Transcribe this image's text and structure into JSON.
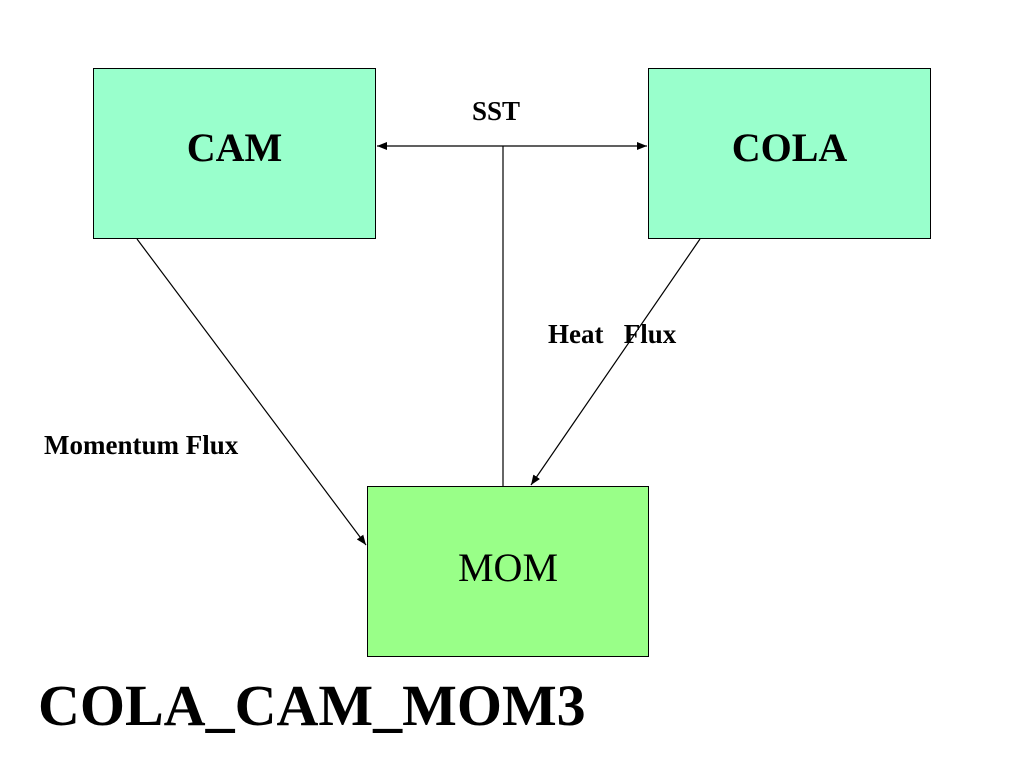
{
  "diagram": {
    "title": "COLA_CAM_MOM3",
    "nodes": {
      "cam": {
        "label": "CAM",
        "fill": "#99ffcc"
      },
      "cola": {
        "label": "COLA",
        "fill": "#99ffcc"
      },
      "mom": {
        "label": "MOM",
        "fill": "#99ff88"
      }
    },
    "edges": {
      "sst": {
        "label": "SST",
        "from": "mom",
        "to": [
          "cam",
          "cola"
        ]
      },
      "heat_flux": {
        "label": "Heat   Flux",
        "from": "cola",
        "to": "mom"
      },
      "momentum_flux": {
        "label": "Momentum Flux",
        "from": "cam",
        "to": "mom"
      }
    }
  }
}
